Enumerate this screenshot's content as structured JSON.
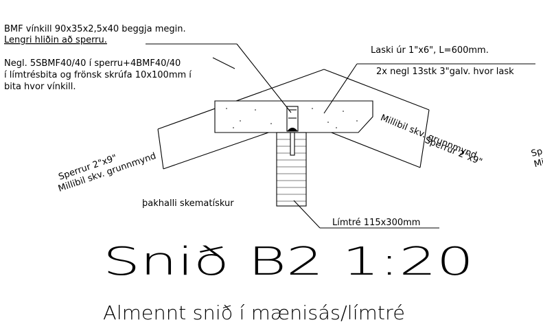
{
  "notes": {
    "bracket_line1": "BMF vínkill 90x35x2,5x40 beggja megin.",
    "bracket_line2": "Lengri hliðin að sperru.",
    "nail_line1": "Negl. 5SBMF40/40 í sperru+4BMF40/40",
    "nail_line2": "í límtrésbita og frönsk skrúfa 10x100mm í",
    "nail_line3": "bita hvor vínkill.",
    "laski_line1": "Laski úr 1\"x6\", L=600mm.",
    "laski_line2": "2x negl 13stk 3\"galv. hvor lask",
    "sperrur_left_1": "Sperrur 2\"x9\"",
    "sperrur_left_2": "Millibil skv. grunnmynd",
    "sperrur_right_1": "Sperrur 2\"x9\"",
    "sperrur_right_2": "Millibil skv. grunnmynd",
    "edge_right_1": "Sp",
    "edge_right_2": "Mi",
    "schematic": "þakhalli skematískur",
    "glulam": "Límtré 115x300mm"
  },
  "title": {
    "main": "Snið B2 1:20",
    "subtitle": "Almennt snið í mænisás/límtré"
  }
}
